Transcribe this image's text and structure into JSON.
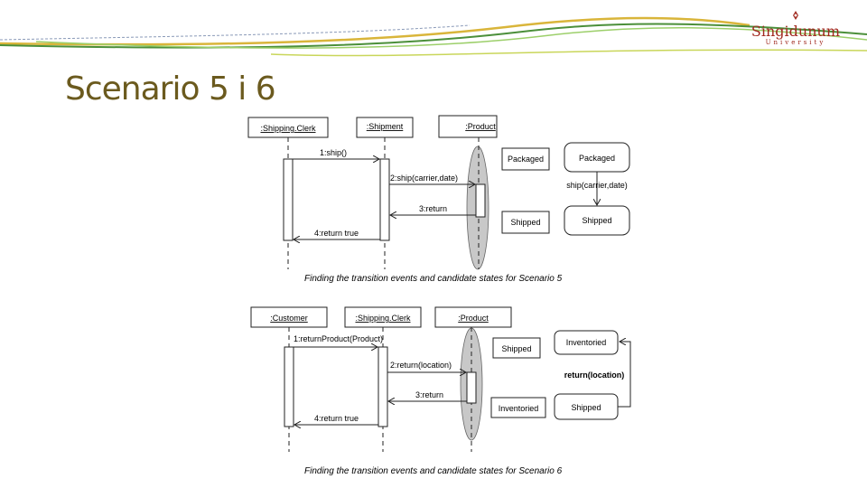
{
  "header": {
    "title": "Scenario 5 i 6",
    "logo": {
      "name": "Singidunum",
      "sub": "University"
    }
  },
  "scenario5": {
    "lifelines": [
      ":Shipping.Clerk",
      ":Shipment",
      ":Product"
    ],
    "messages": [
      "1:ship()",
      "2:ship(carrier,date)",
      "3:return",
      "4:return true"
    ],
    "states": [
      "Packaged",
      "Shipped"
    ],
    "statechart": {
      "from": "Packaged",
      "to": "Shipped",
      "event": "ship(carrier,date)"
    },
    "caption": "Finding the transition events and candidate states for Scenario 5"
  },
  "scenario6": {
    "lifelines": [
      ":Customer",
      ":Shipping.Clerk",
      ":Product"
    ],
    "messages": [
      "1:returnProduct(Product)",
      "2:return(location)",
      "3:return",
      "4:return true"
    ],
    "states": [
      "Shipped",
      "Inventoried"
    ],
    "statechart": {
      "from": "Shipped",
      "to": "Inventoried",
      "event": "return(location)"
    },
    "caption": "Finding the transition events and candidate states for Scenario 6"
  }
}
